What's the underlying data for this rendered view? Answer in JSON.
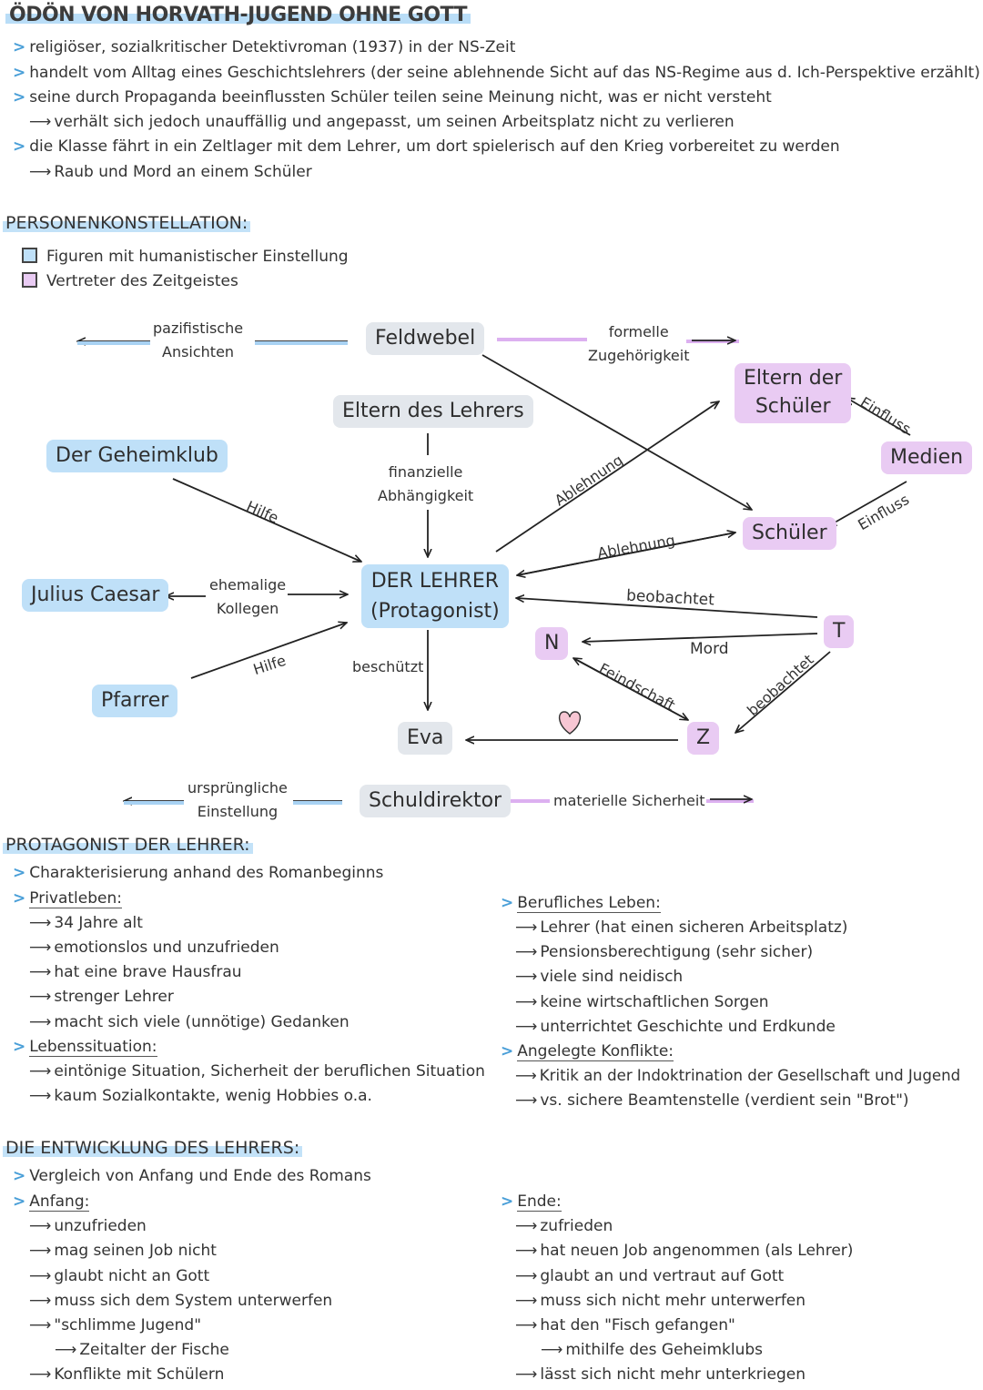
{
  "title": "ÖDÖN VON HORVATH-JUGEND OHNE GOTT",
  "intro": [
    {
      "type": "gt",
      "text": "religiöser, sozialkritischer Detektivroman (1937) in der NS-Zeit"
    },
    {
      "type": "gt",
      "text": "handelt vom Alltag eines Geschichtslehrers (der seine ablehnende Sicht auf das NS-Regime aus d. Ich-Perspektive erzählt)"
    },
    {
      "type": "gt",
      "text": "seine durch Propaganda beeinflussten Schüler teilen seine Meinung nicht, was er nicht versteht"
    },
    {
      "type": "arrow",
      "text": "verhält sich jedoch unauffällig und angepasst, um seinen Arbeitsplatz nicht zu verlieren"
    },
    {
      "type": "gt",
      "text": "die Klasse fährt in ein Zeltlager mit dem Lehrer, um dort spielerisch auf den Krieg vorbereitet zu werden"
    },
    {
      "type": "arrow",
      "text": "Raub und Mord an einem Schüler"
    }
  ],
  "constellation": {
    "heading": "PERSONENKONSTELLATION:",
    "legend": {
      "humanist": "Figuren mit humanistischer Einstellung",
      "zeitgeist": "Vertreter des Zeitgeistes"
    },
    "nodes": {
      "feldwebel": "Feldwebel",
      "eltern_lehrer": "Eltern des Lehrers",
      "geheimklub": "Der Geheimklub",
      "julius": "Julius Caesar",
      "pfarrer": "Pfarrer",
      "lehrer1": "DER LEHRER",
      "lehrer2": "(Protagonist)",
      "eva": "Eva",
      "schuldirektor": "Schuldirektor",
      "eltern_schueler1": "Eltern der",
      "eltern_schueler2": "Schüler",
      "medien": "Medien",
      "schueler": "Schüler",
      "n": "N",
      "t": "T",
      "z": "Z"
    },
    "labels": {
      "pazifistische1": "pazifistische",
      "pazifistische2": "Ansichten",
      "formelle1": "formelle",
      "formelle2": "Zugehörigkeit",
      "finanzielle1": "finanzielle",
      "finanzielle2": "Abhängigkeit",
      "hilfe": "Hilfe",
      "ehemalige1": "ehemalige",
      "ehemalige2": "Kollegen",
      "beschuetzt": "beschützt",
      "ablehnung": "Ablehnung",
      "einfluss": "Einfluss",
      "beobachtet": "beobachtet",
      "mord": "Mord",
      "feindschaft": "Feindschaft",
      "urspruengliche1": "ursprüngliche",
      "urspruengliche2": "Einstellung",
      "materielle": "materielle Sicherheit"
    }
  },
  "protagonist": {
    "heading": "PROTAGONIST DER LEHRER:",
    "intro": "Charakterisierung anhand des Romanbeginns",
    "privat_label": "Privatleben:",
    "privat": [
      "34 Jahre alt",
      "emotionslos und unzufrieden",
      "hat eine brave Hausfrau",
      "strenger Lehrer",
      "macht sich viele (unnötige) Gedanken"
    ],
    "lebens_label": "Lebenssituation:",
    "lebens": [
      "eintönige Situation, Sicherheit der beruflichen Situation",
      "kaum Sozialkontakte, wenig Hobbies o.a."
    ],
    "beruf_label": "Berufliches Leben:",
    "beruf": [
      "Lehrer (hat einen sicheren Arbeitsplatz)",
      "Pensionsberechtigung (sehr sicher)",
      "viele sind neidisch",
      "keine wirtschaftlichen Sorgen",
      "unterrichtet Geschichte und Erdkunde"
    ],
    "konflikte_label": "Angelegte Konflikte:",
    "konflikte": [
      "Kritik an der Indoktrination der Gesellschaft und Jugend",
      "vs. sichere Beamtenstelle (verdient sein \"Brot\")"
    ]
  },
  "entwicklung": {
    "heading": "DIE ENTWICKLUNG DES LEHRERS:",
    "intro": "Vergleich von Anfang und Ende des Romans",
    "anfang_label": "Anfang:",
    "anfang": [
      "unzufrieden",
      "mag seinen Job nicht",
      "glaubt nicht an Gott",
      "muss sich dem System unterwerfen",
      "\"schlimme Jugend\""
    ],
    "anfang_sub": "Zeitalter der Fische",
    "anfang_last": "Konflikte mit Schülern",
    "ende_label": "Ende:",
    "ende": [
      "zufrieden",
      "hat neuen Job angenommen (als Lehrer)",
      "glaubt an und vertraut auf Gott",
      "muss sich nicht mehr unterwerfen",
      "hat den \"Fisch gefangen\""
    ],
    "ende_sub": "mithilfe des Geheimklubs",
    "ende_last": "lässt sich nicht mehr unterkriegen"
  },
  "colors": {
    "blue": "#bfe0f8",
    "pink": "#e9cbf3",
    "gray": "#e3e7ec",
    "heart": "#f7c6d3"
  }
}
